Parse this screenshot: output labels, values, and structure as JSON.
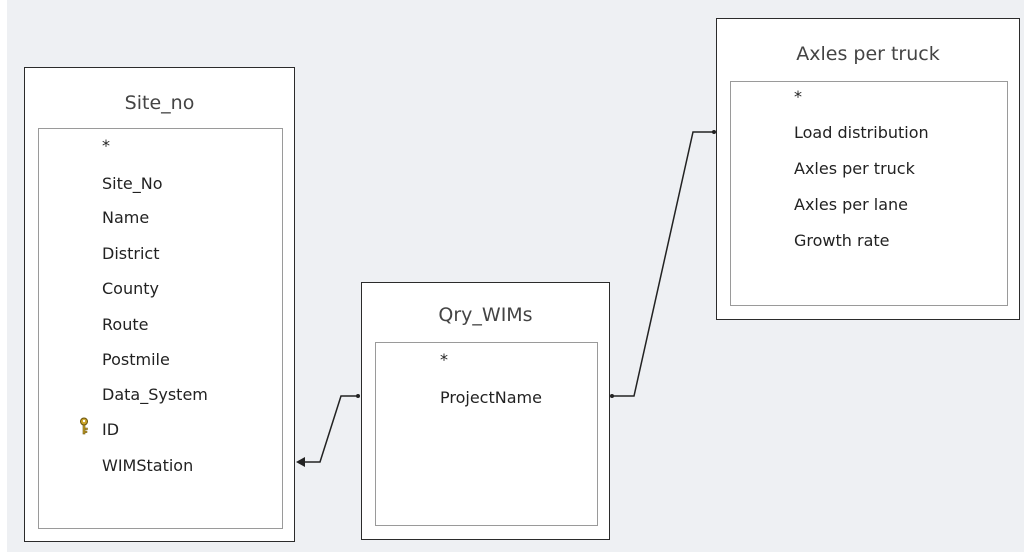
{
  "tables": {
    "site_no": {
      "title": "Site_no",
      "fields": [
        "*",
        "Site_No",
        "Name",
        "District",
        "County",
        "Route",
        "Postmile",
        "Data_System",
        "ID",
        "WIMStation"
      ],
      "primary_key_field": "ID",
      "key_icon": "key-icon"
    },
    "qry_wims": {
      "title": "Qry_WIMs",
      "fields": [
        "*",
        "ProjectName"
      ]
    },
    "axles_per_truck": {
      "title": "Axles per truck",
      "fields": [
        "*",
        "Load distribution",
        "Axles per truck",
        "Axles per lane",
        "Growth rate"
      ]
    }
  },
  "joins": [
    {
      "from": "Qry_WIMs",
      "to": "Site_no.WIMStation",
      "end_marker": "arrow"
    },
    {
      "from": "Qry_WIMs.ProjectName",
      "to": "Axles per truck"
    }
  ],
  "colors": {
    "canvas_background": "#eef0f3",
    "window_border": "#2b2b2b",
    "field_list_border": "#9a9a9a",
    "key_icon": "#c9a227"
  }
}
